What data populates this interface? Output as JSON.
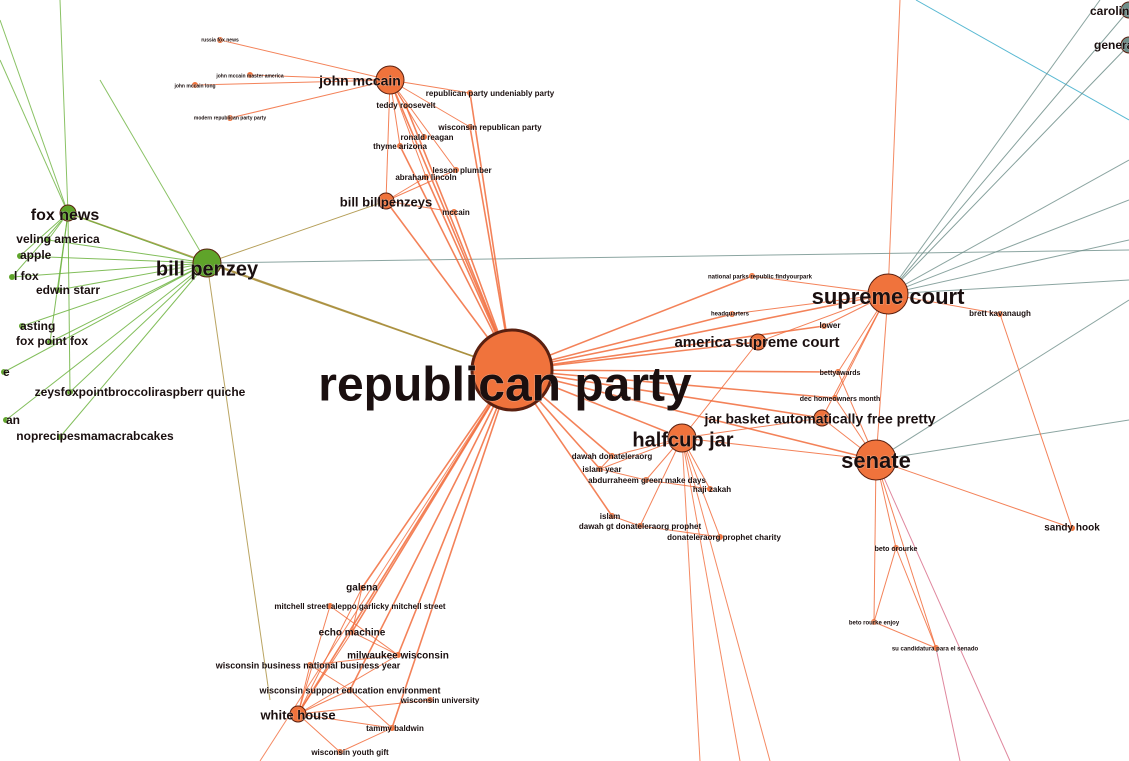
{
  "colors": {
    "republican_cluster": "#f26d3d",
    "republican_cluster_node": "#f0733c",
    "green_cluster": "#5fa42a",
    "green_cluster_edge": "#6db33f",
    "cross_edge": "#a98e3b",
    "teal_edge": "#6f8f8a",
    "cyan_edge": "#2fa7c7",
    "pink_edge": "#d86a86",
    "label": "#1a0f0f",
    "background": "#ffffff"
  },
  "nodes": [
    {
      "id": "rp",
      "label": "republican party",
      "cluster": "red",
      "size": "xl"
    },
    {
      "id": "sc",
      "label": "supreme court",
      "cluster": "red",
      "size": "l"
    },
    {
      "id": "se",
      "label": "senate",
      "cluster": "red",
      "size": "l"
    },
    {
      "id": "hj",
      "label": "halfcup jar",
      "cluster": "red",
      "size": "m"
    },
    {
      "id": "jm",
      "label": "john mccain",
      "cluster": "red",
      "size": "m"
    },
    {
      "id": "bb",
      "label": "bill billpenzeys",
      "cluster": "red",
      "size": "s"
    },
    {
      "id": "asc",
      "label": "america supreme court",
      "cluster": "red",
      "size": "s"
    },
    {
      "id": "jb",
      "label": "jar basket automatically free pretty",
      "cluster": "red",
      "size": "s"
    },
    {
      "id": "wh",
      "label": "white house",
      "cluster": "red",
      "size": "s"
    },
    {
      "id": "bp",
      "label": "bill penzey",
      "cluster": "green",
      "size": "m"
    },
    {
      "id": "fn",
      "label": "fox news",
      "cluster": "green",
      "size": "s"
    },
    {
      "id": "ch",
      "label": "caroline holl",
      "cluster": "teal",
      "size": "s"
    },
    {
      "id": "ga",
      "label": "general an",
      "cluster": "teal",
      "size": "s"
    },
    {
      "id": "bk",
      "label": "brett kavanaugh",
      "cluster": "red",
      "size": "xs"
    },
    {
      "id": "sh",
      "label": "sandy hook",
      "cluster": "red",
      "size": "xs"
    },
    {
      "id": "tv",
      "label": "veling america",
      "cluster": "green",
      "size": "xs"
    },
    {
      "id": "ap",
      "label": "apple",
      "cluster": "green",
      "size": "xs"
    },
    {
      "id": "lf",
      "label": "l fox",
      "cluster": "green",
      "size": "xs"
    },
    {
      "id": "es",
      "label": "edwin starr",
      "cluster": "green",
      "size": "xs"
    },
    {
      "id": "as",
      "label": "asting",
      "cluster": "green",
      "size": "xs"
    },
    {
      "id": "fp",
      "label": "fox point  fox",
      "cluster": "green",
      "size": "xs"
    },
    {
      "id": "e",
      "label": "e",
      "cluster": "green",
      "size": "xs"
    },
    {
      "id": "zf",
      "label": "zeysfoxpointbroccoliraspberr quiche",
      "cluster": "green",
      "size": "xs"
    },
    {
      "id": "an",
      "label": "an",
      "cluster": "green",
      "size": "xs"
    },
    {
      "id": "ms",
      "label": "noprecipesmamacrabcakes",
      "cluster": "green",
      "size": "xs"
    },
    {
      "id": "rpu",
      "label": "republican party undeniably party",
      "cluster": "red",
      "size": "xs"
    },
    {
      "id": "tr",
      "label": "teddy roosevelt",
      "cluster": "red",
      "size": "xs"
    },
    {
      "id": "wr",
      "label": "wisconsin republican party",
      "cluster": "red",
      "size": "xs"
    },
    {
      "id": "rr",
      "label": "ronald reagan",
      "cluster": "red",
      "size": "xs"
    },
    {
      "id": "ta",
      "label": "thyme arizona",
      "cluster": "red",
      "size": "xs"
    },
    {
      "id": "lp",
      "label": "lesson plumber",
      "cluster": "red",
      "size": "xs"
    },
    {
      "id": "al",
      "label": "abraham lincoln",
      "cluster": "red",
      "size": "xs"
    },
    {
      "id": "mc",
      "label": "mccain",
      "cluster": "red",
      "size": "xs"
    },
    {
      "id": "rfc",
      "label": "russia fox news",
      "cluster": "red",
      "size": "xs"
    },
    {
      "id": "jmm",
      "label": "john mccain master america",
      "cluster": "red",
      "size": "xs"
    },
    {
      "id": "jml",
      "label": "john mccain long",
      "cluster": "red",
      "size": "xs"
    },
    {
      "id": "mrp",
      "label": "modern republican party party",
      "cluster": "red",
      "size": "xs"
    },
    {
      "id": "gl",
      "label": "galena",
      "cluster": "red",
      "size": "xs"
    },
    {
      "id": "msa",
      "label": "mitchell street aleppo garlicky mitchell street",
      "cluster": "red",
      "size": "xs"
    },
    {
      "id": "em",
      "label": "echo machine",
      "cluster": "red",
      "size": "xs"
    },
    {
      "id": "mw",
      "label": "milwaukee wisconsin",
      "cluster": "red",
      "size": "xs"
    },
    {
      "id": "wbn",
      "label": "wisconsin business national business year",
      "cluster": "red",
      "size": "xs"
    },
    {
      "id": "wse",
      "label": "wisconsin support education environment",
      "cluster": "red",
      "size": "xs"
    },
    {
      "id": "wu",
      "label": "wisconsin university",
      "cluster": "red",
      "size": "xs"
    },
    {
      "id": "tb",
      "label": "tammy baldwin",
      "cluster": "red",
      "size": "xs"
    },
    {
      "id": "wyg",
      "label": "wisconsin youth gift",
      "cluster": "red",
      "size": "xs"
    },
    {
      "id": "dd",
      "label": "dawah donateleraorg",
      "cluster": "red",
      "size": "xs"
    },
    {
      "id": "iy",
      "label": "islam year",
      "cluster": "red",
      "size": "xs"
    },
    {
      "id": "ag",
      "label": "abdurraheem green make days",
      "cluster": "red",
      "size": "xs"
    },
    {
      "id": "hz",
      "label": "haji zakah",
      "cluster": "red",
      "size": "xs"
    },
    {
      "id": "is",
      "label": "islam",
      "cluster": "red",
      "size": "xs"
    },
    {
      "id": "dgp",
      "label": "dawah gt donateleraorg prophet",
      "cluster": "red",
      "size": "xs"
    },
    {
      "id": "dpc",
      "label": "donateleraorg prophet charity",
      "cluster": "red",
      "size": "xs"
    },
    {
      "id": "np",
      "label": "national parks republic findyourpark",
      "cluster": "red",
      "size": "xs"
    },
    {
      "id": "lw",
      "label": "lower",
      "cluster": "red",
      "size": "xs"
    },
    {
      "id": "bv",
      "label": "bettyawards",
      "cluster": "red",
      "size": "xs"
    },
    {
      "id": "df",
      "label": "dec homeowners month",
      "cluster": "red",
      "size": "xs"
    },
    {
      "id": "hr",
      "label": "headquarters",
      "cluster": "red",
      "size": "xs"
    },
    {
      "id": "br",
      "label": "beto orourke",
      "cluster": "red",
      "size": "xs"
    },
    {
      "id": "su",
      "label": "su candidatura para el senado",
      "cluster": "red",
      "size": "xs"
    },
    {
      "id": "bre",
      "label": "beto rourke enjoy",
      "cluster": "red",
      "size": "xs"
    }
  ],
  "edges": [
    [
      "rp",
      "sc"
    ],
    [
      "rp",
      "se"
    ],
    [
      "rp",
      "hj"
    ],
    [
      "rp",
      "jm"
    ],
    [
      "rp",
      "bb"
    ],
    [
      "rp",
      "asc"
    ],
    [
      "rp",
      "jb"
    ],
    [
      "rp",
      "wh"
    ],
    [
      "rp",
      "bp"
    ],
    [
      "rp",
      "fn"
    ],
    [
      "rp",
      "gl"
    ],
    [
      "rp",
      "em"
    ],
    [
      "rp",
      "mw"
    ],
    [
      "rp",
      "wse"
    ],
    [
      "rp",
      "tb"
    ],
    [
      "rp",
      "dd"
    ],
    [
      "rp",
      "iy"
    ],
    [
      "rp",
      "is"
    ],
    [
      "rp",
      "al"
    ],
    [
      "rp",
      "mc"
    ],
    [
      "rp",
      "ta"
    ],
    [
      "rp",
      "wr"
    ],
    [
      "rp",
      "rpu"
    ],
    [
      "rp",
      "tr"
    ],
    [
      "rp",
      "np"
    ],
    [
      "rp",
      "hr"
    ],
    [
      "rp",
      "df"
    ],
    [
      "rp",
      "bv"
    ],
    [
      "rp",
      "lw"
    ],
    [
      "sc",
      "se"
    ],
    [
      "sc",
      "asc"
    ],
    [
      "sc",
      "jb"
    ],
    [
      "sc",
      "bk"
    ],
    [
      "sc",
      "hr"
    ],
    [
      "sc",
      "np"
    ],
    [
      "sc",
      "lw"
    ],
    [
      "sc",
      "bv"
    ],
    [
      "sc",
      "df"
    ],
    [
      "sc",
      "ch"
    ],
    [
      "sc",
      "ga"
    ],
    [
      "se",
      "hj"
    ],
    [
      "se",
      "jb"
    ],
    [
      "se",
      "sh"
    ],
    [
      "se",
      "br"
    ],
    [
      "se",
      "bre"
    ],
    [
      "se",
      "su"
    ],
    [
      "se",
      "df"
    ],
    [
      "se",
      "bv"
    ],
    [
      "hj",
      "jb"
    ],
    [
      "hj",
      "dd"
    ],
    [
      "hj",
      "iy"
    ],
    [
      "hj",
      "ag"
    ],
    [
      "hj",
      "hz"
    ],
    [
      "hj",
      "dgp"
    ],
    [
      "hj",
      "dpc"
    ],
    [
      "hj",
      "asc"
    ],
    [
      "jm",
      "bb"
    ],
    [
      "jm",
      "tr"
    ],
    [
      "jm",
      "rpu"
    ],
    [
      "jm",
      "wr"
    ],
    [
      "jm",
      "rr"
    ],
    [
      "jm",
      "ta"
    ],
    [
      "jm",
      "lp"
    ],
    [
      "jm",
      "al"
    ],
    [
      "jm",
      "jmm"
    ],
    [
      "jm",
      "jml"
    ],
    [
      "jm",
      "rfc"
    ],
    [
      "jm",
      "mrp"
    ],
    [
      "bb",
      "mc"
    ],
    [
      "bb",
      "al"
    ],
    [
      "bb",
      "lp"
    ],
    [
      "bb",
      "bp"
    ],
    [
      "wh",
      "gl"
    ],
    [
      "wh",
      "msa"
    ],
    [
      "wh",
      "em"
    ],
    [
      "wh",
      "mw"
    ],
    [
      "wh",
      "wbn"
    ],
    [
      "wh",
      "wse"
    ],
    [
      "wh",
      "wu"
    ],
    [
      "wh",
      "tb"
    ],
    [
      "wh",
      "wyg"
    ],
    [
      "gl",
      "em"
    ],
    [
      "em",
      "mw"
    ],
    [
      "mw",
      "wbn"
    ],
    [
      "wbn",
      "wse"
    ],
    [
      "wse",
      "tb"
    ],
    [
      "tb",
      "wyg"
    ],
    [
      "msa",
      "mw"
    ],
    [
      "is",
      "dgp"
    ],
    [
      "dgp",
      "dpc"
    ],
    [
      "iy",
      "ag"
    ],
    [
      "ag",
      "hz"
    ],
    [
      "dd",
      "iy"
    ],
    [
      "bp",
      "fn"
    ],
    [
      "bp",
      "tv"
    ],
    [
      "bp",
      "ap"
    ],
    [
      "bp",
      "lf"
    ],
    [
      "bp",
      "es"
    ],
    [
      "bp",
      "as"
    ],
    [
      "bp",
      "fp"
    ],
    [
      "bp",
      "zf"
    ],
    [
      "bp",
      "ms"
    ],
    [
      "bp",
      "e"
    ],
    [
      "bp",
      "an"
    ],
    [
      "fn",
      "tv"
    ],
    [
      "fn",
      "ap"
    ],
    [
      "fn",
      "lf"
    ],
    [
      "fn",
      "es"
    ],
    [
      "fn",
      "fp"
    ],
    [
      "fn",
      "zf"
    ],
    [
      "br",
      "bre"
    ],
    [
      "br",
      "su"
    ],
    [
      "bre",
      "su"
    ],
    [
      "sh",
      "bk"
    ]
  ]
}
